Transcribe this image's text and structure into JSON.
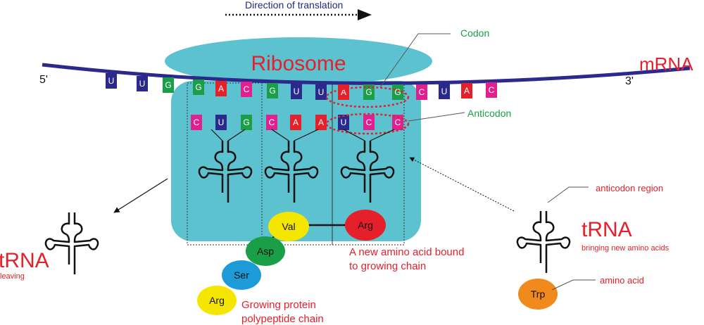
{
  "direction": {
    "label": "Direction of translation"
  },
  "ribosome": {
    "label": "Ribosome"
  },
  "mrna": {
    "label": "mRNA",
    "five_prime": "5'",
    "three_prime": "3'"
  },
  "labels": {
    "codon": "Codon",
    "anticodon": "Anticodon",
    "anticodon_region": "anticodon region",
    "amino_acid": "amino acid",
    "trna_leaving_title": "tRNA",
    "trna_leaving_sub": "leaving",
    "trna_incoming_title": "tRNA",
    "trna_incoming_sub": "bringing new amino acids",
    "new_aa_line1": "A new amino acid bound",
    "new_aa_line2": "to growing chain",
    "chain_line1": "Growing protein",
    "chain_line2": "polypeptide chain"
  },
  "codons": [
    "U",
    "U",
    "G",
    "G",
    "A",
    "C",
    "G",
    "U",
    "U",
    "A",
    "G",
    "G",
    "C",
    "U",
    "A",
    "C"
  ],
  "anticodons": [
    "C",
    "U",
    "G",
    "C",
    "A",
    "A",
    "U",
    "C",
    "C"
  ],
  "amino_acids": {
    "val": "Val",
    "arg_new": "Arg",
    "asp": "Asp",
    "ser": "Ser",
    "arg_end": "Arg",
    "trp": "Trp"
  },
  "colors": {
    "ribosome": "#5cc2cf",
    "mrna": "#2b2a8c",
    "label_red": "#e5202a",
    "label_green": "#1a9f48",
    "label_blue": "#1f2a7a",
    "nucleotide_U": "#2b2a8c",
    "nucleotide_G": "#1a9f48",
    "nucleotide_A": "#e5202a",
    "nucleotide_C": "#e0208f",
    "aa_yellow": "#f4e600",
    "aa_red": "#e5202a",
    "aa_green": "#1a9f48",
    "aa_blue": "#1d9ad8",
    "aa_orange": "#f08a1c"
  }
}
